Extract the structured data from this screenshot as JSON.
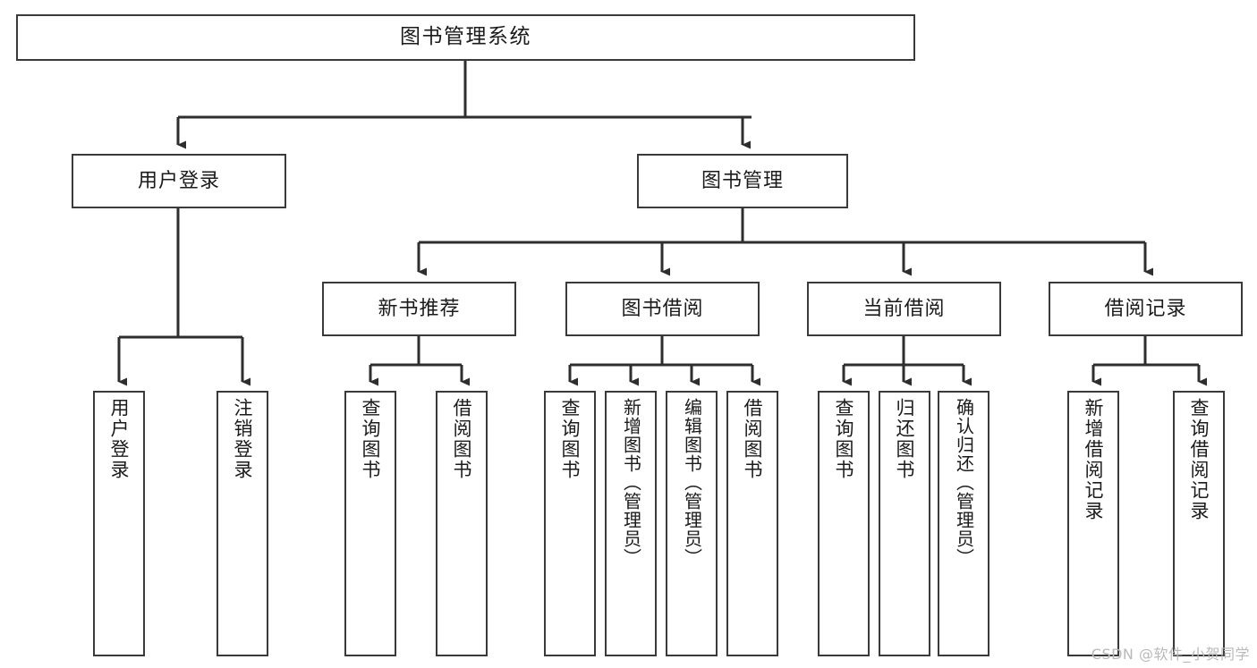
{
  "diagram": {
    "type": "tree",
    "title": "图书管理系统",
    "orientation": "top-down",
    "colors": {
      "node_border": "#3a3a3a",
      "node_fill": "#ffffff",
      "edge": "#2e2e2e",
      "text": "#1b1b1b",
      "watermark": "#b9b9b9",
      "background": "#ffffff"
    },
    "root": {
      "id": "root",
      "label": "图书管理系统"
    },
    "level2": [
      {
        "id": "n-user-login",
        "label": "用户登录"
      },
      {
        "id": "n-book-manage",
        "label": "图书管理"
      }
    ],
    "level3": [
      {
        "id": "n-new-book-rec",
        "label": "新书推荐"
      },
      {
        "id": "n-book-borrow",
        "label": "图书借阅"
      },
      {
        "id": "n-current-borrow",
        "label": "当前借阅"
      },
      {
        "id": "n-borrow-record",
        "label": "借阅记录"
      }
    ],
    "leaves": {
      "user_login": [
        {
          "id": "leaf-user-login",
          "label": "用户登录"
        },
        {
          "id": "leaf-logout-login",
          "label": "注销登录"
        }
      ],
      "new_book_rec": [
        {
          "id": "leaf-query-book-1",
          "label": "查询图书"
        },
        {
          "id": "leaf-borrow-book-1",
          "label": "借阅图书"
        }
      ],
      "book_borrow": [
        {
          "id": "leaf-query-book-2",
          "label": "查询图书"
        },
        {
          "id": "leaf-add-book",
          "label": "新增图书（管理员）"
        },
        {
          "id": "leaf-edit-book",
          "label": "编辑图书（管理员）"
        },
        {
          "id": "leaf-borrow-book-2",
          "label": "借阅图书"
        }
      ],
      "current_borrow": [
        {
          "id": "leaf-query-book-3",
          "label": "查询图书"
        },
        {
          "id": "leaf-return-book",
          "label": "归还图书"
        },
        {
          "id": "leaf-confirm-return",
          "label": "确认归还（管理员）"
        }
      ],
      "borrow_record": [
        {
          "id": "leaf-add-record",
          "label": "新增借阅记录"
        },
        {
          "id": "leaf-query-record",
          "label": "查询借阅记录"
        }
      ]
    }
  },
  "watermark": {
    "text": "CSDN @软件_小贺同学"
  }
}
